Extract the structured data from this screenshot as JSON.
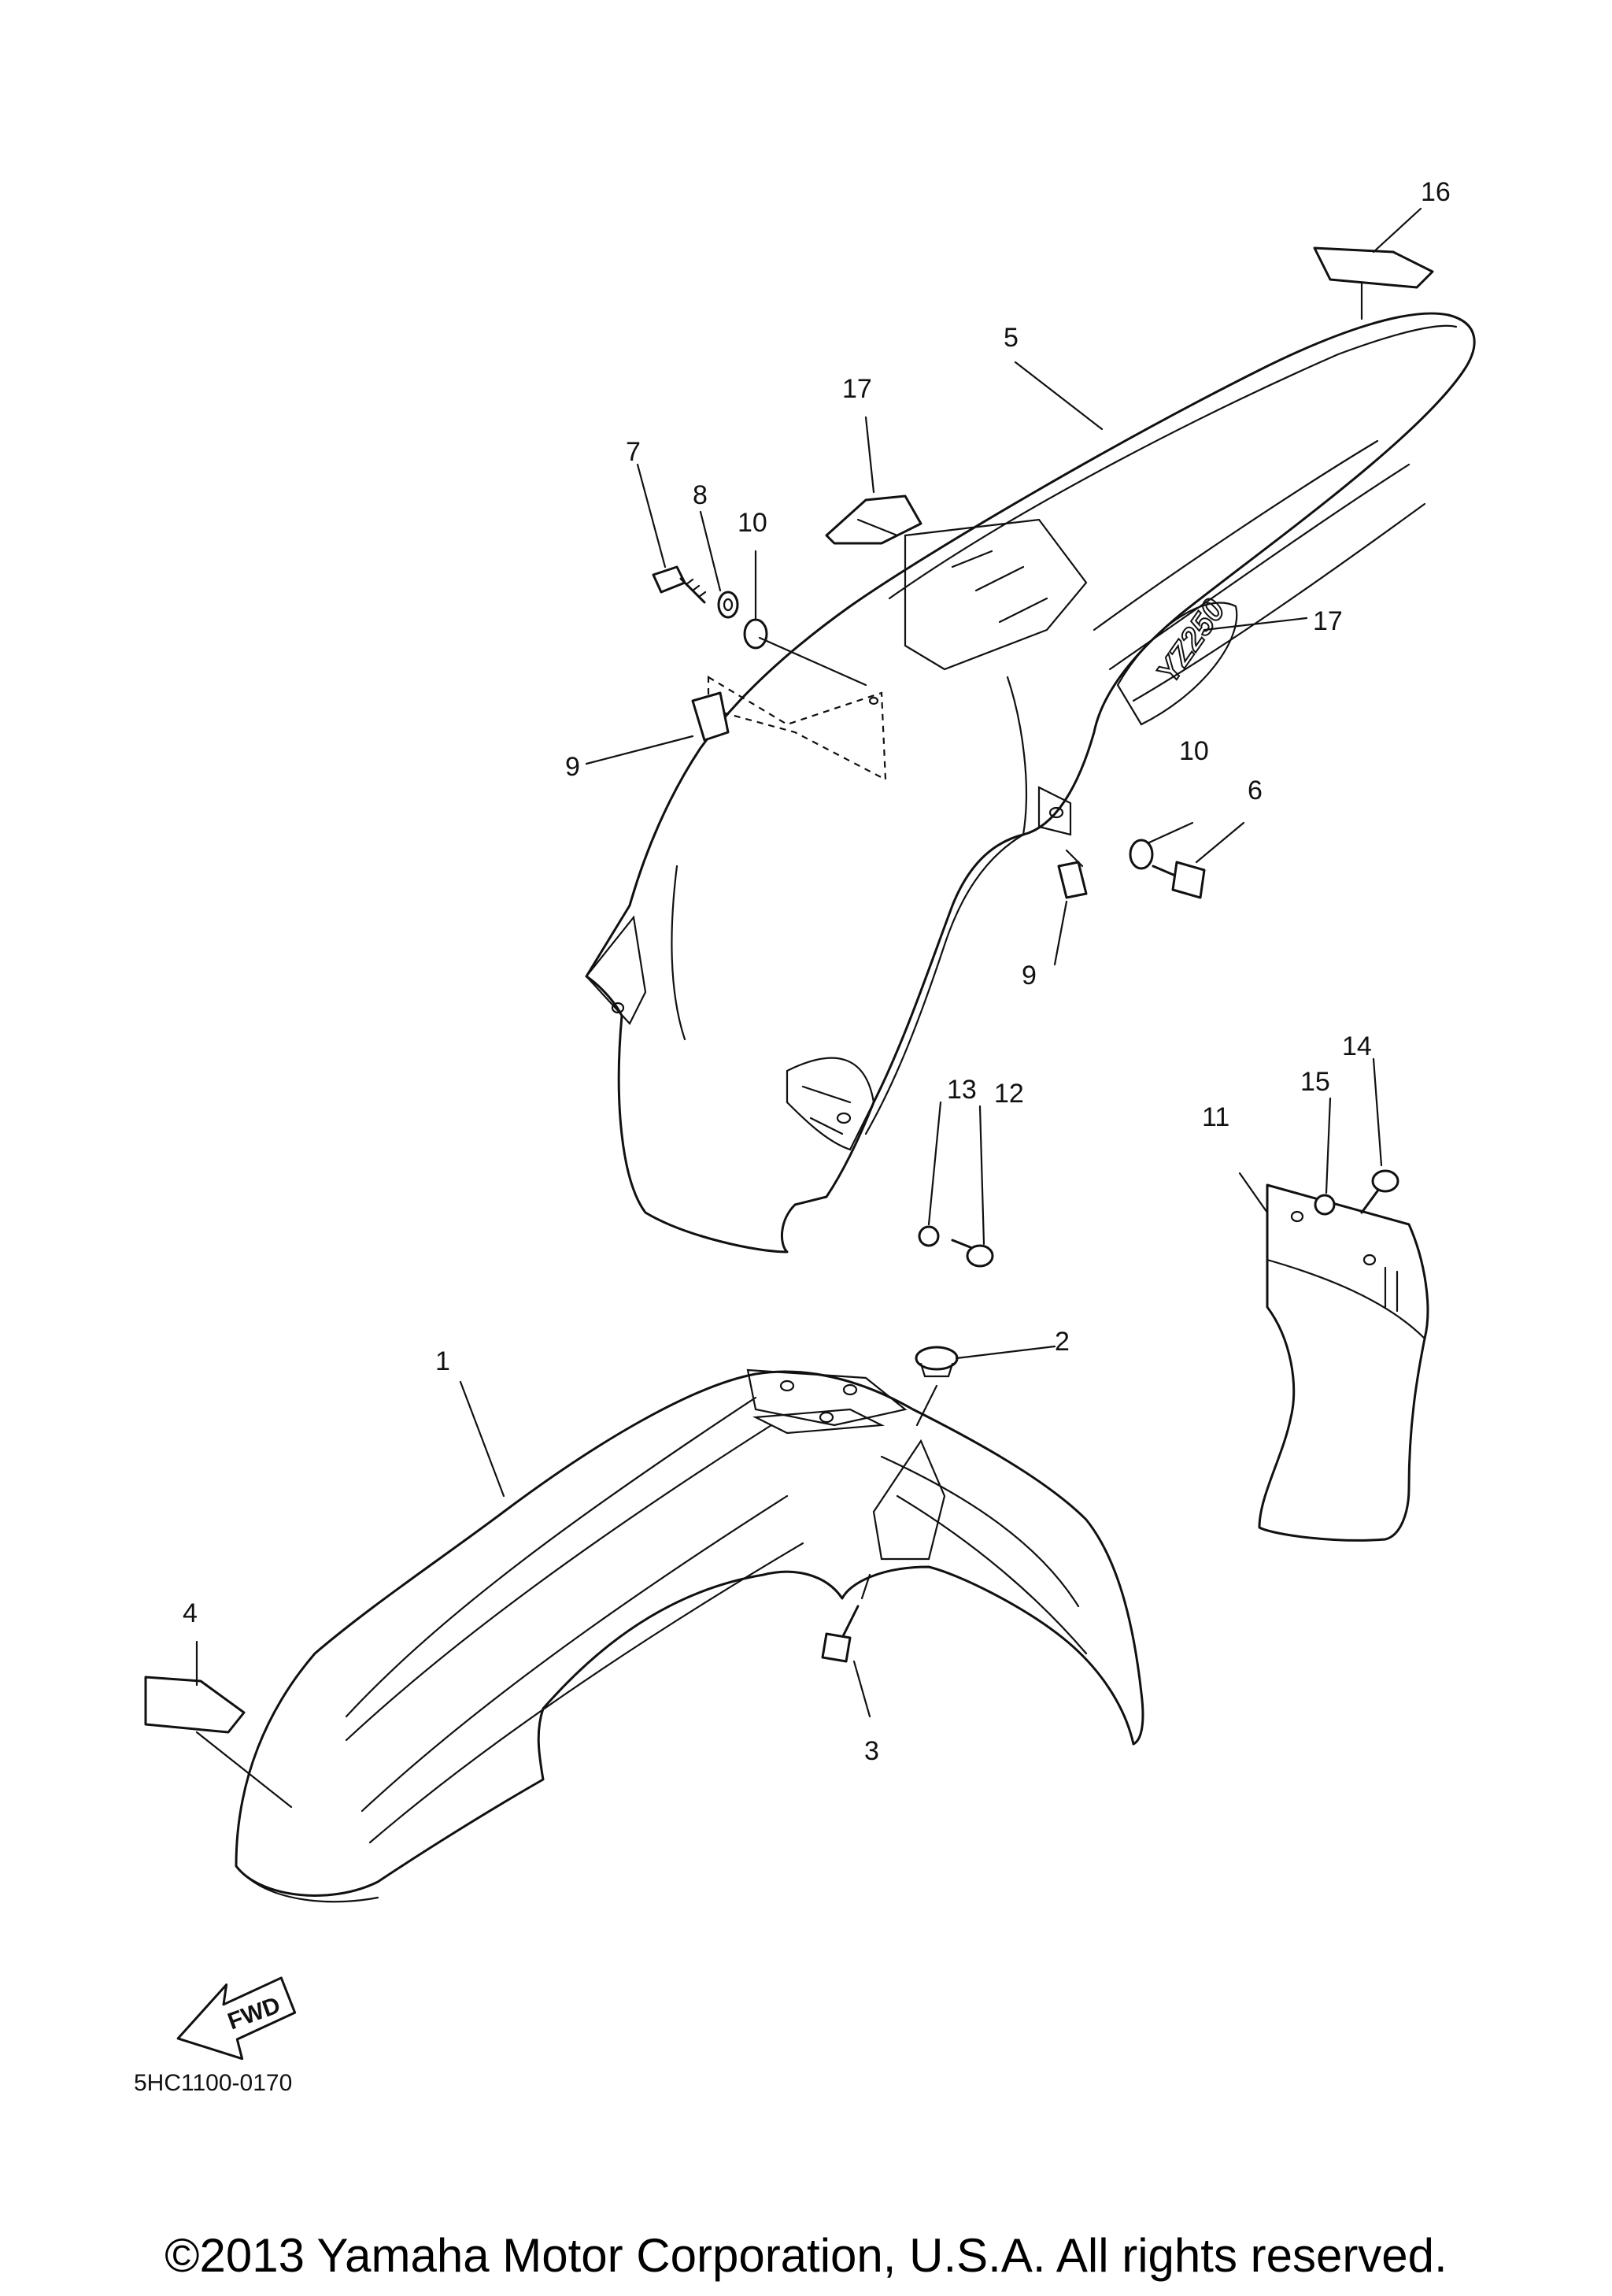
{
  "callouts": {
    "c1": "1",
    "c2": "2",
    "c3": "3",
    "c4": "4",
    "c5": "5",
    "c6": "6",
    "c7": "7",
    "c8": "8",
    "c9a": "9",
    "c9b": "9",
    "c10a": "10",
    "c10b": "10",
    "c11": "11",
    "c12": "12",
    "c13": "13",
    "c14": "14",
    "c15": "15",
    "c16": "16",
    "c17a": "17",
    "c17b": "17"
  },
  "fwd_label": "FWD",
  "decal_text": "YZ250",
  "diagram_code": "5HC1100-0170",
  "copyright": "©2013 Yamaha Motor Corporation, U.S.A. All rights reserved."
}
